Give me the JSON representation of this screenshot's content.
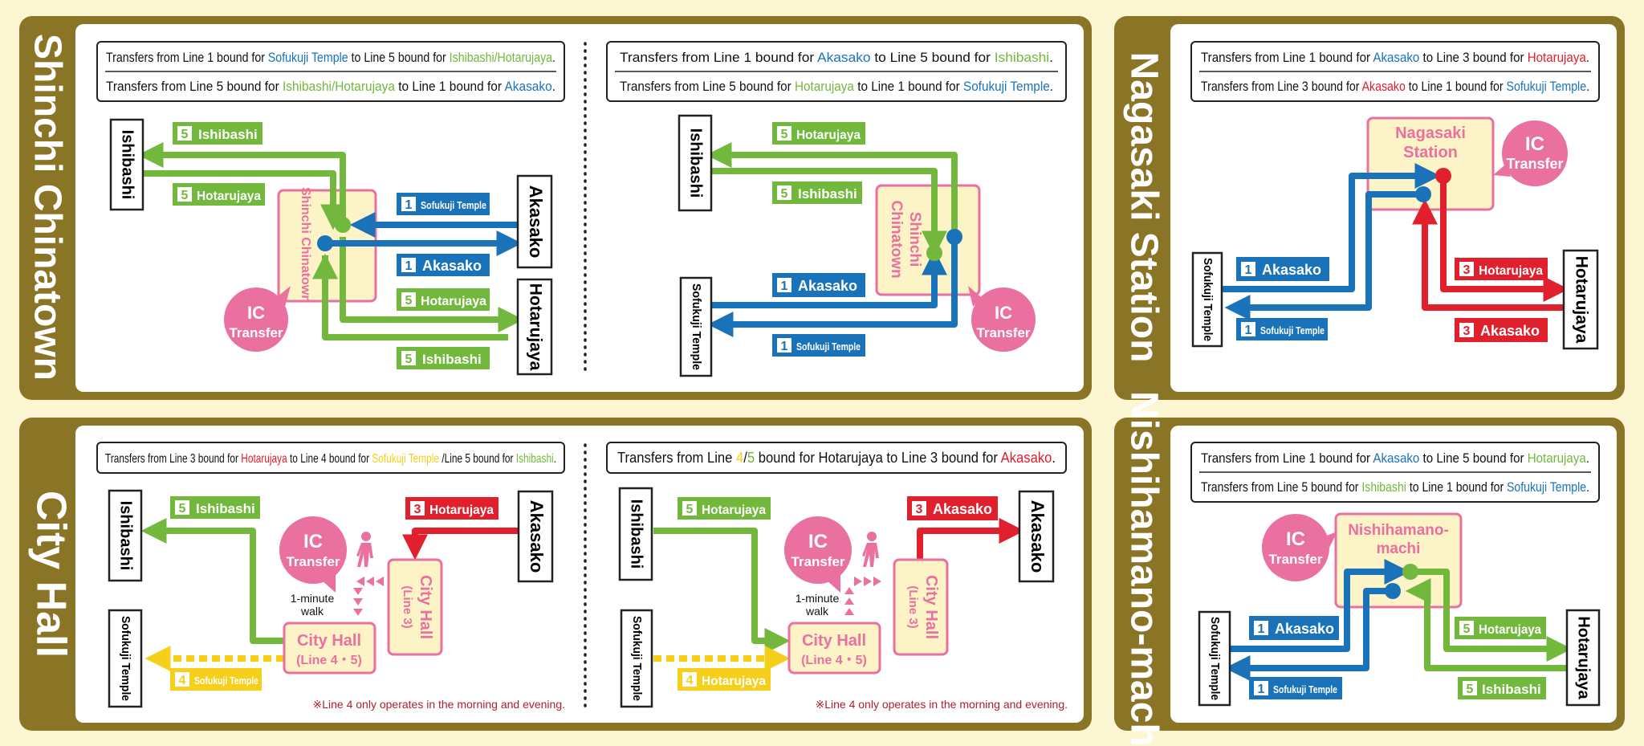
{
  "colors": {
    "frame": "#8a7426",
    "bg": "#fdf6d3",
    "blue": "#1a73b8",
    "green": "#72b83c",
    "red": "#e0202c",
    "yellow": "#f5cf1a",
    "pink": "#e9709f",
    "station_fill": "#fcf3c7",
    "note": "#b0202a"
  },
  "panels": {
    "shinchi": {
      "title": "Shinchi Chinatown"
    },
    "nagasaki": {
      "title": "Nagasaki Station"
    },
    "cityhall": {
      "title": "City Hall"
    },
    "nishi": {
      "title": "Nishihamano-machi"
    }
  },
  "headers": {
    "h1a": {
      "s1": "Transfers from Line 1 bound for ",
      "s2": "Sofukuji Temple",
      "s3": " to Line 5 bound for ",
      "s4": "Ishibashi/Hotarujaya",
      "s5": "."
    },
    "h1b": {
      "s1": "Transfers from Line 5 bound for ",
      "s2": "Ishibashi/Hotarujaya",
      "s3": " to Line 1 bound for ",
      "s4": "Akasako",
      "s5": "."
    },
    "h2a": {
      "s1": "Transfers from Line 1 bound for ",
      "s2": "Akasako",
      "s3": " to Line 5 bound for ",
      "s4": "Ishibashi",
      "s5": "."
    },
    "h2b": {
      "s1": "Transfers from Line 5 bound for ",
      "s2": "Hotarujaya",
      "s3": " to Line 1 bound for ",
      "s4": "Sofukuji Temple",
      "s5": "."
    },
    "h3a": {
      "s1": "Transfers from Line 1 bound for ",
      "s2": "Akasako",
      "s3": " to Line 3 bound for ",
      "s4": "Hotarujaya",
      "s5": "."
    },
    "h3b": {
      "s1": "Transfers from Line 3 bound for ",
      "s2": "Akasako",
      "s3": " to Line 1 bound for ",
      "s4": "Sofukuji Temple",
      "s5": "."
    },
    "h4": {
      "s1": "Transfers from Line 3 bound for ",
      "s2": "Hotarujaya",
      "s3": " to Line 4 bound for ",
      "s4": "Sofukuji Temple",
      "s5": " /Line 5 bound for ",
      "s6": "Ishibashi",
      "s7": "."
    },
    "h5": {
      "s1": "Transfers from Line ",
      "s2": "4",
      "s3": "/",
      "s4": "5",
      "s5": " bound for Hotarujaya to Line 3 bound for ",
      "s6": "Akasako",
      "s7": "."
    },
    "h6a": {
      "s1": "Transfers from Line 1 bound for ",
      "s2": "Akasako",
      "s3": " to Line 5 bound for ",
      "s4": "Hotarujaya",
      "s5": "."
    },
    "h6b": {
      "s1": "Transfers from Line 5 bound for ",
      "s2": "Ishibashi",
      "s3": " to Line 1 bound for ",
      "s4": "Sofukuji Temple",
      "s5": "."
    }
  },
  "labels": {
    "ishibashi": "Ishibashi",
    "hotarujaya": "Hotarujaya",
    "akasako": "Akasako",
    "sofukuji": "Sofukuji Temple",
    "shinchi_station": "Shinchi Chinatown",
    "shinchi_line1": "Shinchi",
    "shinchi_line2": "Chinatown",
    "nagasaki_line1": "Nagasaki",
    "nagasaki_line2": "Station",
    "nishi_line1": "Nishihamano-",
    "nishi_line2": "machi",
    "ic1": "IC",
    "ic2": "Transfer",
    "cityhall_45a": "City Hall",
    "cityhall_45b": "(Line 4・5)",
    "cityhall_3a": "City Hall",
    "cityhall_3b": "(Line 3)",
    "walk1": "1-minute",
    "walk2": "walk",
    "note": "※Line 4 only operates in the morning and evening."
  },
  "badges": {
    "b1": "1",
    "b3": "3",
    "b4": "4",
    "b5": "5"
  }
}
